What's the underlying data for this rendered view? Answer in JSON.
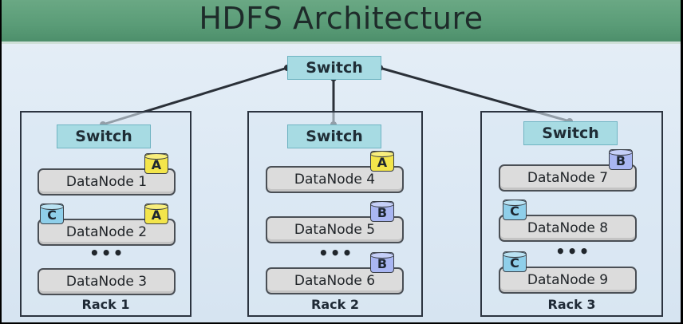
{
  "title": "HDFS Architecture",
  "core_switch": {
    "label": "Switch"
  },
  "racks": [
    {
      "label": "Rack 1",
      "switch": "Switch",
      "nodes": [
        {
          "label": "DataNode 1",
          "blocks": [
            "A"
          ]
        },
        {
          "label": "DataNode 2",
          "blocks": [
            "C",
            "A"
          ]
        },
        {
          "label": "DataNode 3",
          "blocks": []
        }
      ]
    },
    {
      "label": "Rack 2",
      "switch": "Switch",
      "nodes": [
        {
          "label": "DataNode 4",
          "blocks": [
            "A"
          ]
        },
        {
          "label": "DataNode 5",
          "blocks": [
            "B"
          ]
        },
        {
          "label": "DataNode 6",
          "blocks": [
            "B"
          ]
        }
      ]
    },
    {
      "label": "Rack 3",
      "switch": "Switch",
      "nodes": [
        {
          "label": "DataNode 7",
          "blocks": [
            "B"
          ]
        },
        {
          "label": "DataNode 8",
          "blocks": [
            "C"
          ]
        },
        {
          "label": "DataNode 9",
          "blocks": [
            "C"
          ]
        }
      ]
    }
  ],
  "ellipsis": "•••",
  "colors": {
    "title_bar": "#5a9c77",
    "switch": "#a7dbe3",
    "block_A": "#f3e54b",
    "block_B": "#a9b6f2",
    "block_C": "#8fcfea",
    "node": "#dcdcdc"
  }
}
